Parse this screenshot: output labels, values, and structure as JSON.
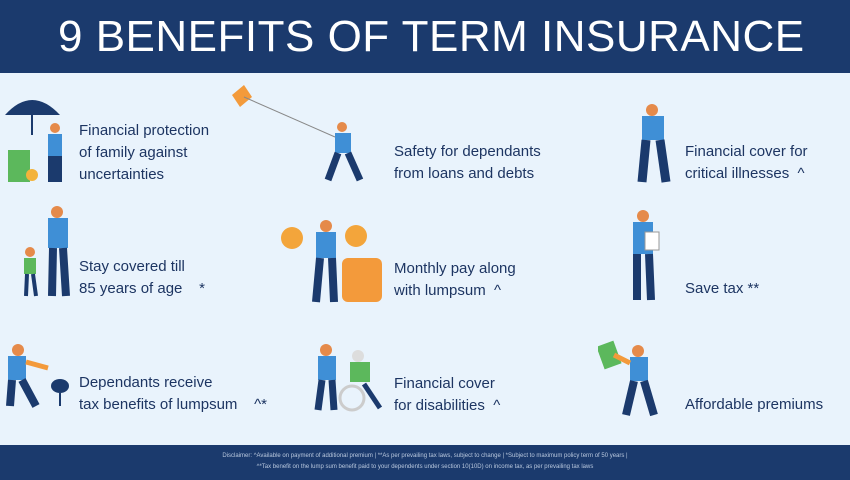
{
  "title": "9 BENEFITS OF TERM INSURANCE",
  "benefits": [
    {
      "line1": "Financial protection",
      "line2": "of family against",
      "line3": "uncertainties",
      "icon": "umbrella-person-icon"
    },
    {
      "line1": "Safety for dependants",
      "line2": "from loans and debts",
      "icon": "kite-person-icon"
    },
    {
      "line1": "Financial cover for",
      "line2": "critical illnesses  ^",
      "icon": "person-icon"
    },
    {
      "line1": "Stay covered till",
      "line2": "85 years of age    *",
      "icon": "parent-child-icon"
    },
    {
      "line1": "Monthly pay along",
      "line2": "with lumpsum  ^",
      "icon": "coins-person-icon"
    },
    {
      "line1": "Save tax **",
      "icon": "person-document-icon"
    },
    {
      "line1": "Dependants receive",
      "line2": "tax benefits of lumpsum    ^*",
      "icon": "piggy-bank-person-icon"
    },
    {
      "line1": "Financial cover",
      "line2": "for disabilities  ^",
      "icon": "wheelchair-icon"
    },
    {
      "line1": "Affordable premiums",
      "icon": "cash-person-icon"
    }
  ],
  "disclaimer": {
    "line1": "Disclaimer: ^Available on payment of additional premium | **As per prevailing tax laws, subject to change | *Subject to maximum policy term of 50 years |",
    "line2": "^*Tax benefit on the lump sum benefit paid to your dependents under section 10(10D) on income tax, as per prevailing tax laws"
  },
  "colors": {
    "header": "#1b3a6d",
    "background": "#e9f3fc",
    "text": "#1d3562",
    "accent_blue": "#3f8fd6",
    "accent_orange": "#f39a3b"
  }
}
